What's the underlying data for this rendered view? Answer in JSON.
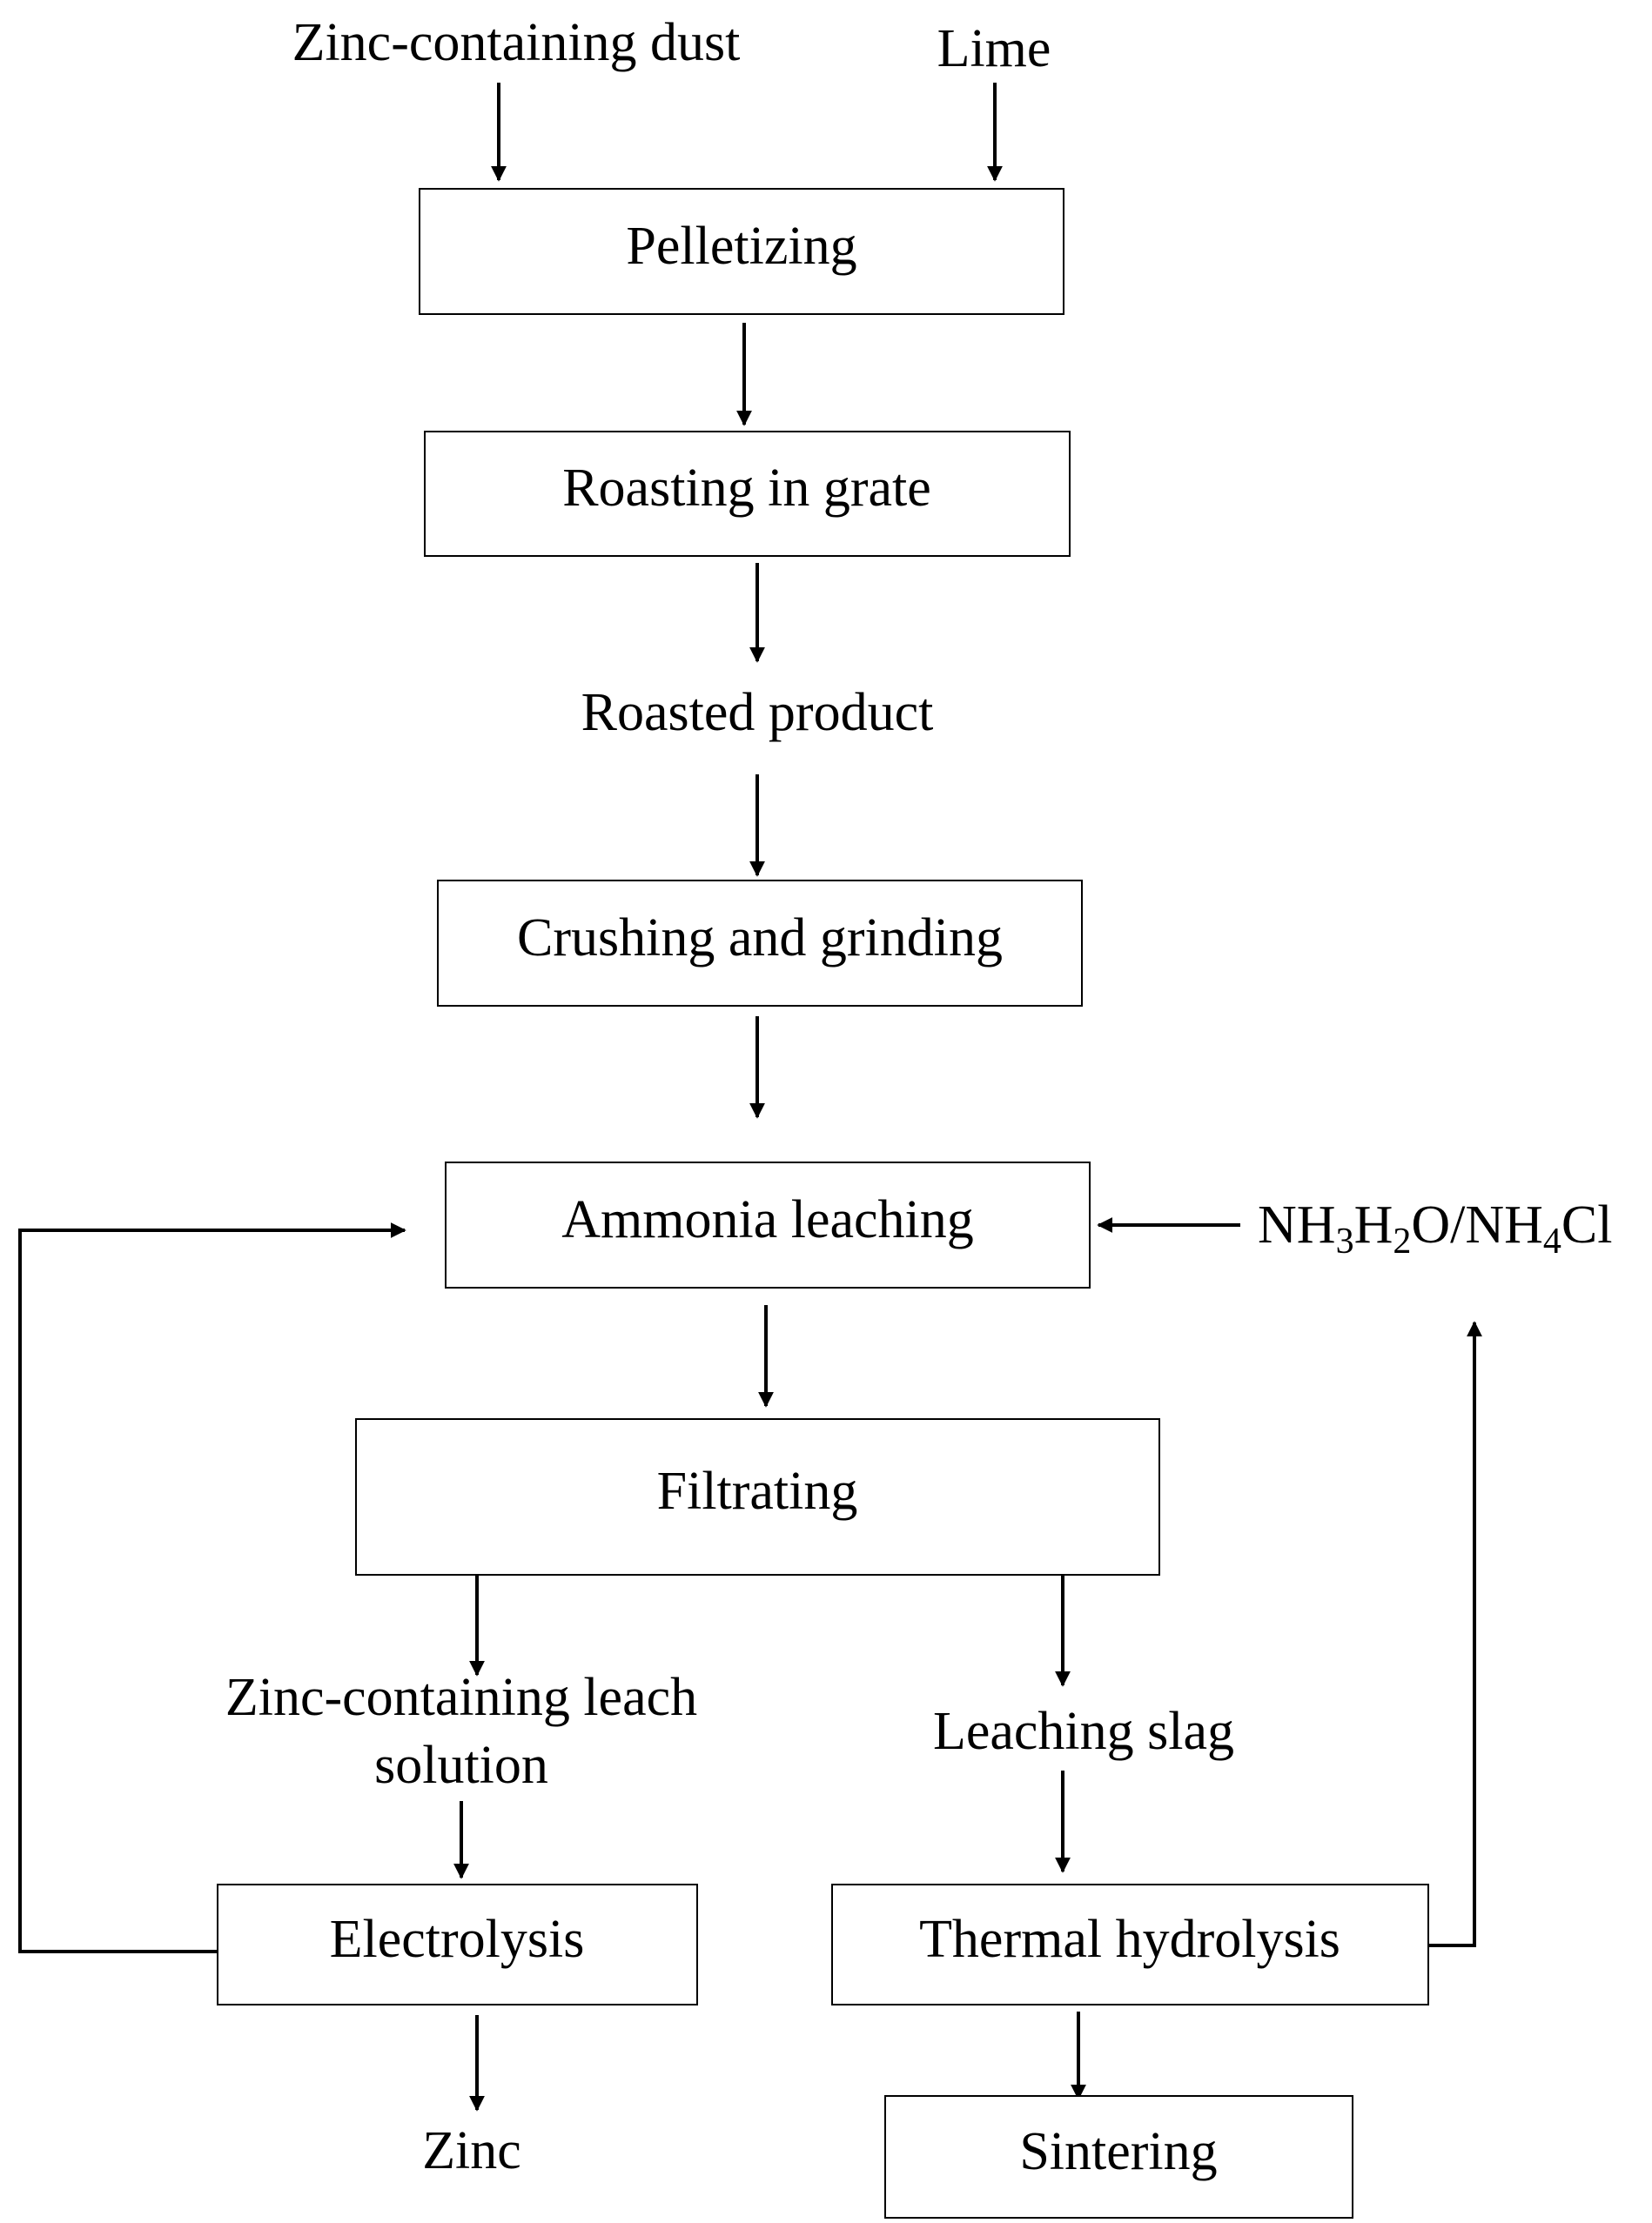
{
  "inputs": {
    "zinc_dust": "Zinc-containing dust",
    "lime": "Lime",
    "reagent": {
      "p1": "NH",
      "s1": "3",
      "p2": "H",
      "s2": "2",
      "p3": "O/NH",
      "s3": "4",
      "p4": "Cl"
    }
  },
  "steps": {
    "pelletizing": "Pelletizing",
    "roasting": "Roasting in grate",
    "roasted_product": "Roasted product",
    "crushing": "Crushing and grinding",
    "ammonia_leaching": "Ammonia leaching",
    "filtrating": "Filtrating",
    "leach_solution_line1": "Zinc-containing leach",
    "leach_solution_line2": "solution",
    "leaching_slag": "Leaching slag",
    "electrolysis": "Electrolysis",
    "thermal_hydrolysis": "Thermal hydrolysis",
    "zinc": "Zinc",
    "sintering": "Sintering"
  }
}
